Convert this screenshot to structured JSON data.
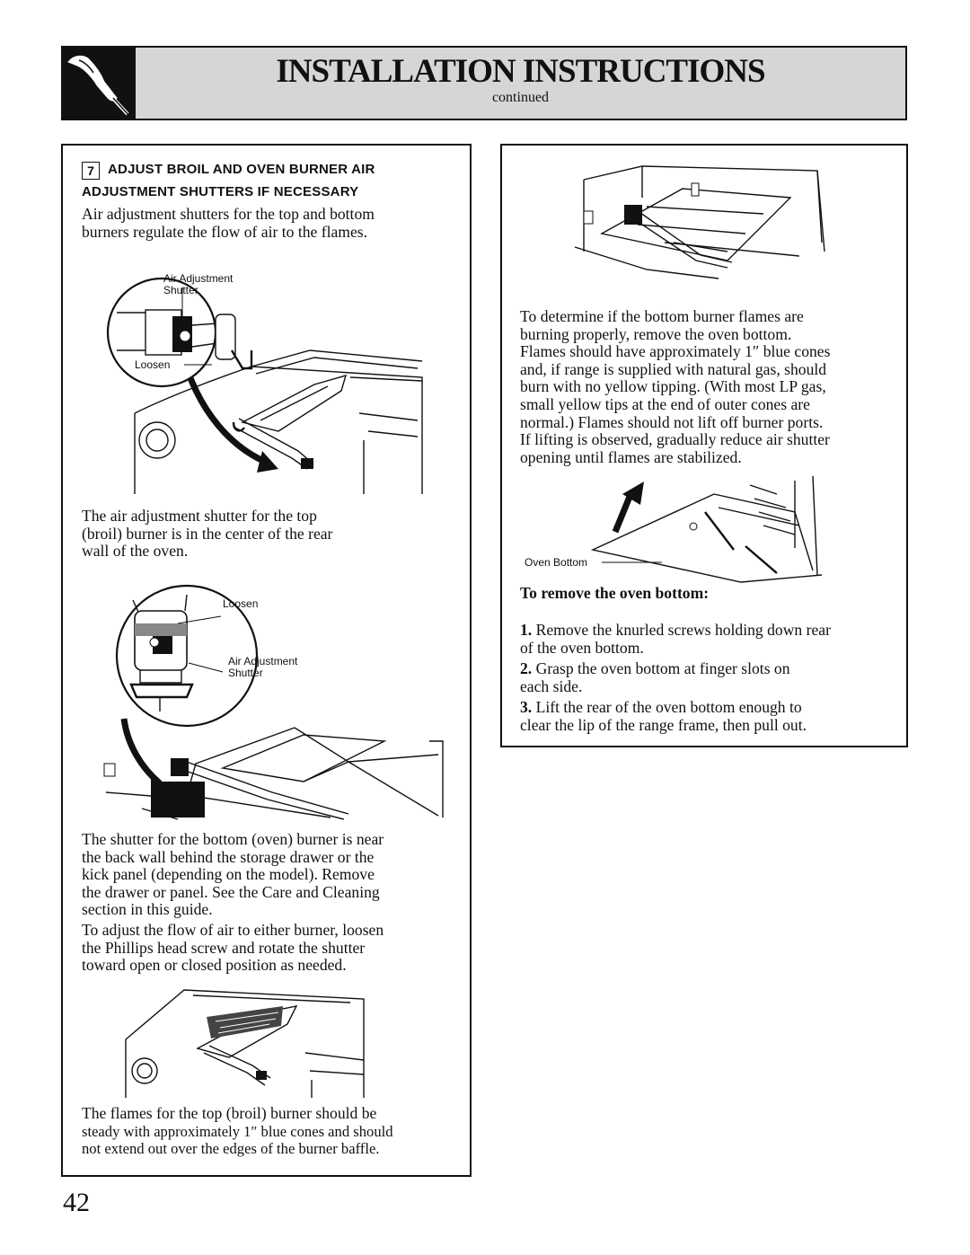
{
  "header": {
    "title": "INSTALLATION INSTRUCTIONS",
    "subtitle": "continued",
    "icon": "hand-screwdriver-icon"
  },
  "left": {
    "step_number": "7",
    "heading_line1": "Adjust Broil and Oven Burner Air",
    "heading_line2": "Adjustment Shutters if Necessary",
    "intro": [
      "Air adjustment shutters for the top and bottom",
      "burners regulate the flow of air to the flames."
    ],
    "fig1": {
      "label_shutter_1": "Air Adjustment",
      "label_shutter_2": "Shutter",
      "label_loosen": "Loosen"
    },
    "para_top": [
      "The air adjustment shutter for the top",
      "(broil) burner is in the center of the rear",
      "wall of the oven."
    ],
    "fig2": {
      "label_loosen": "Loosen",
      "label_shutter_1": "Air Adjustment",
      "label_shutter_2": "Shutter"
    },
    "para_bottom": [
      "The shutter for the bottom (oven) burner is near",
      "the back wall behind the storage drawer or the",
      "kick panel (depending on the model). Remove",
      "the drawer or panel. See the Care and Cleaning",
      "section in this guide."
    ],
    "para_adjust": [
      "To adjust the flow of air to either burner, loosen",
      "the Phillips head screw and rotate the shutter",
      "toward open or closed position as needed."
    ],
    "para_flames": [
      "The flames for the top (broil) burner should be",
      "steady with approximately 1″ blue cones and should",
      "not extend out over the edges of the burner baffle."
    ]
  },
  "right": {
    "para_check": [
      "To determine if the bottom burner flames are",
      "burning properly, remove the oven bottom.",
      "Flames should have approximately 1″ blue cones",
      "and, if range is supplied with natural gas, should",
      "burn with no yellow tipping. (With most LP gas,",
      "small yellow tips at the end of outer cones are",
      "normal.) Flames should not lift off burner ports.",
      "If lifting is observed, gradually reduce air shutter",
      "opening until flames are stabilized."
    ],
    "fig_label": "Oven Bottom",
    "remove_heading": "To remove the oven bottom:",
    "steps": [
      {
        "num": "1.",
        "line1": "Remove the knurled screws holding down rear",
        "line2": "of the oven bottom."
      },
      {
        "num": "2.",
        "line1": "Grasp the oven bottom at finger slots on",
        "line2": "each side."
      },
      {
        "num": "3.",
        "line1": "Lift the rear of the oven bottom enough to",
        "line2": "clear the lip of the range frame, then pull out."
      }
    ]
  },
  "page_number": "42"
}
